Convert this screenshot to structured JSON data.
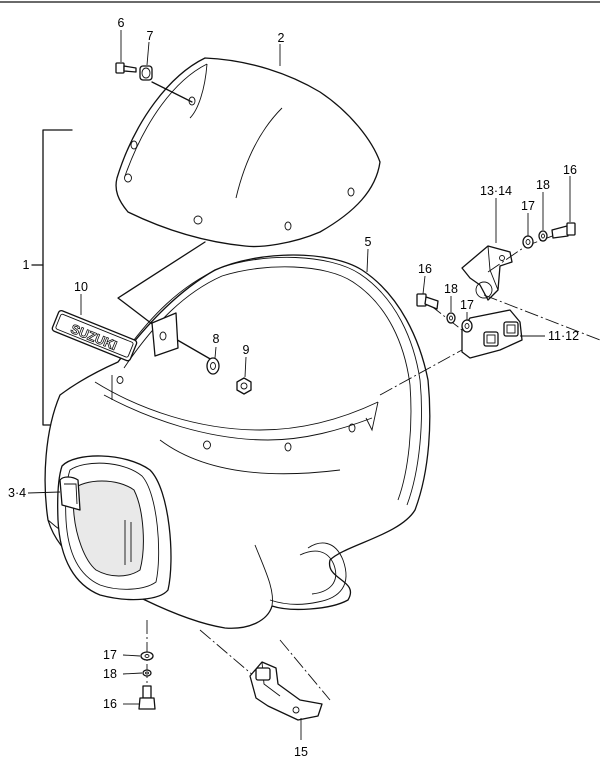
{
  "callouts": {
    "c1": "1",
    "c2": "2",
    "c34": "3·4",
    "c5": "5",
    "c6": "6",
    "c7": "7",
    "c8": "8",
    "c9": "9",
    "c10": "10",
    "c1112": "11·12",
    "c1314": "13·14",
    "c15": "15",
    "c16a": "16",
    "c16b": "16",
    "c16c": "16",
    "c17a": "17",
    "c17b": "17",
    "c17c": "17",
    "c18a": "18",
    "c18b": "18",
    "c18c": "18"
  },
  "decal": {
    "brand": "SUZUKI"
  }
}
